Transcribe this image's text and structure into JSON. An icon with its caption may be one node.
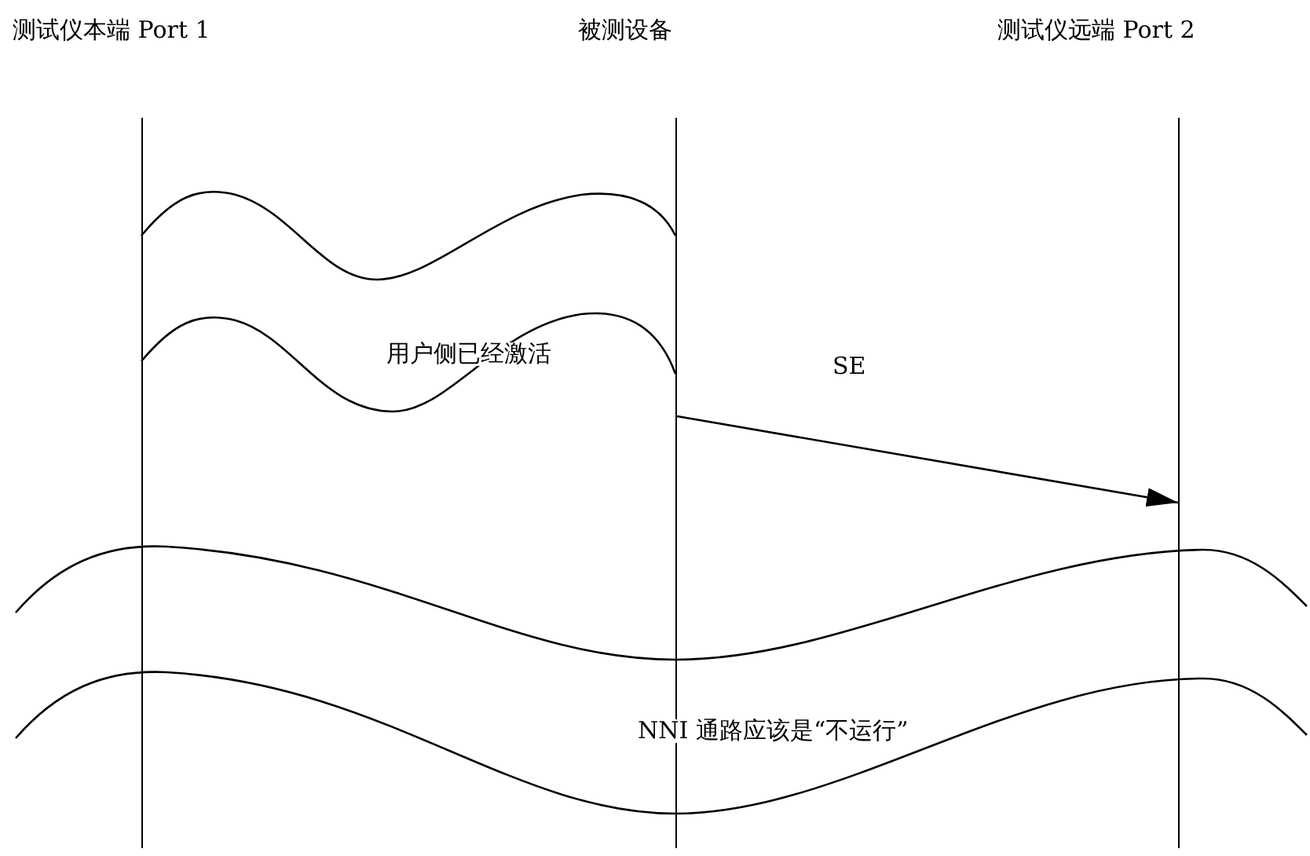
{
  "diagram": {
    "nodes": [
      {
        "text": [
          "测试仪本端 Port 1"
        ]
      },
      {
        "text": [
          "被测设备"
        ]
      },
      {
        "text": [
          "测试仪远端 Port 2"
        ]
      },
      {
        "text": [
          "用户侧已经激活"
        ]
      },
      {
        "text": [
          "NNI 通路应该是“不运行”"
        ]
      }
    ],
    "edges": [
      {
        "from": 1,
        "to": 2,
        "arrow": "to",
        "label": "SE"
      }
    ]
  }
}
